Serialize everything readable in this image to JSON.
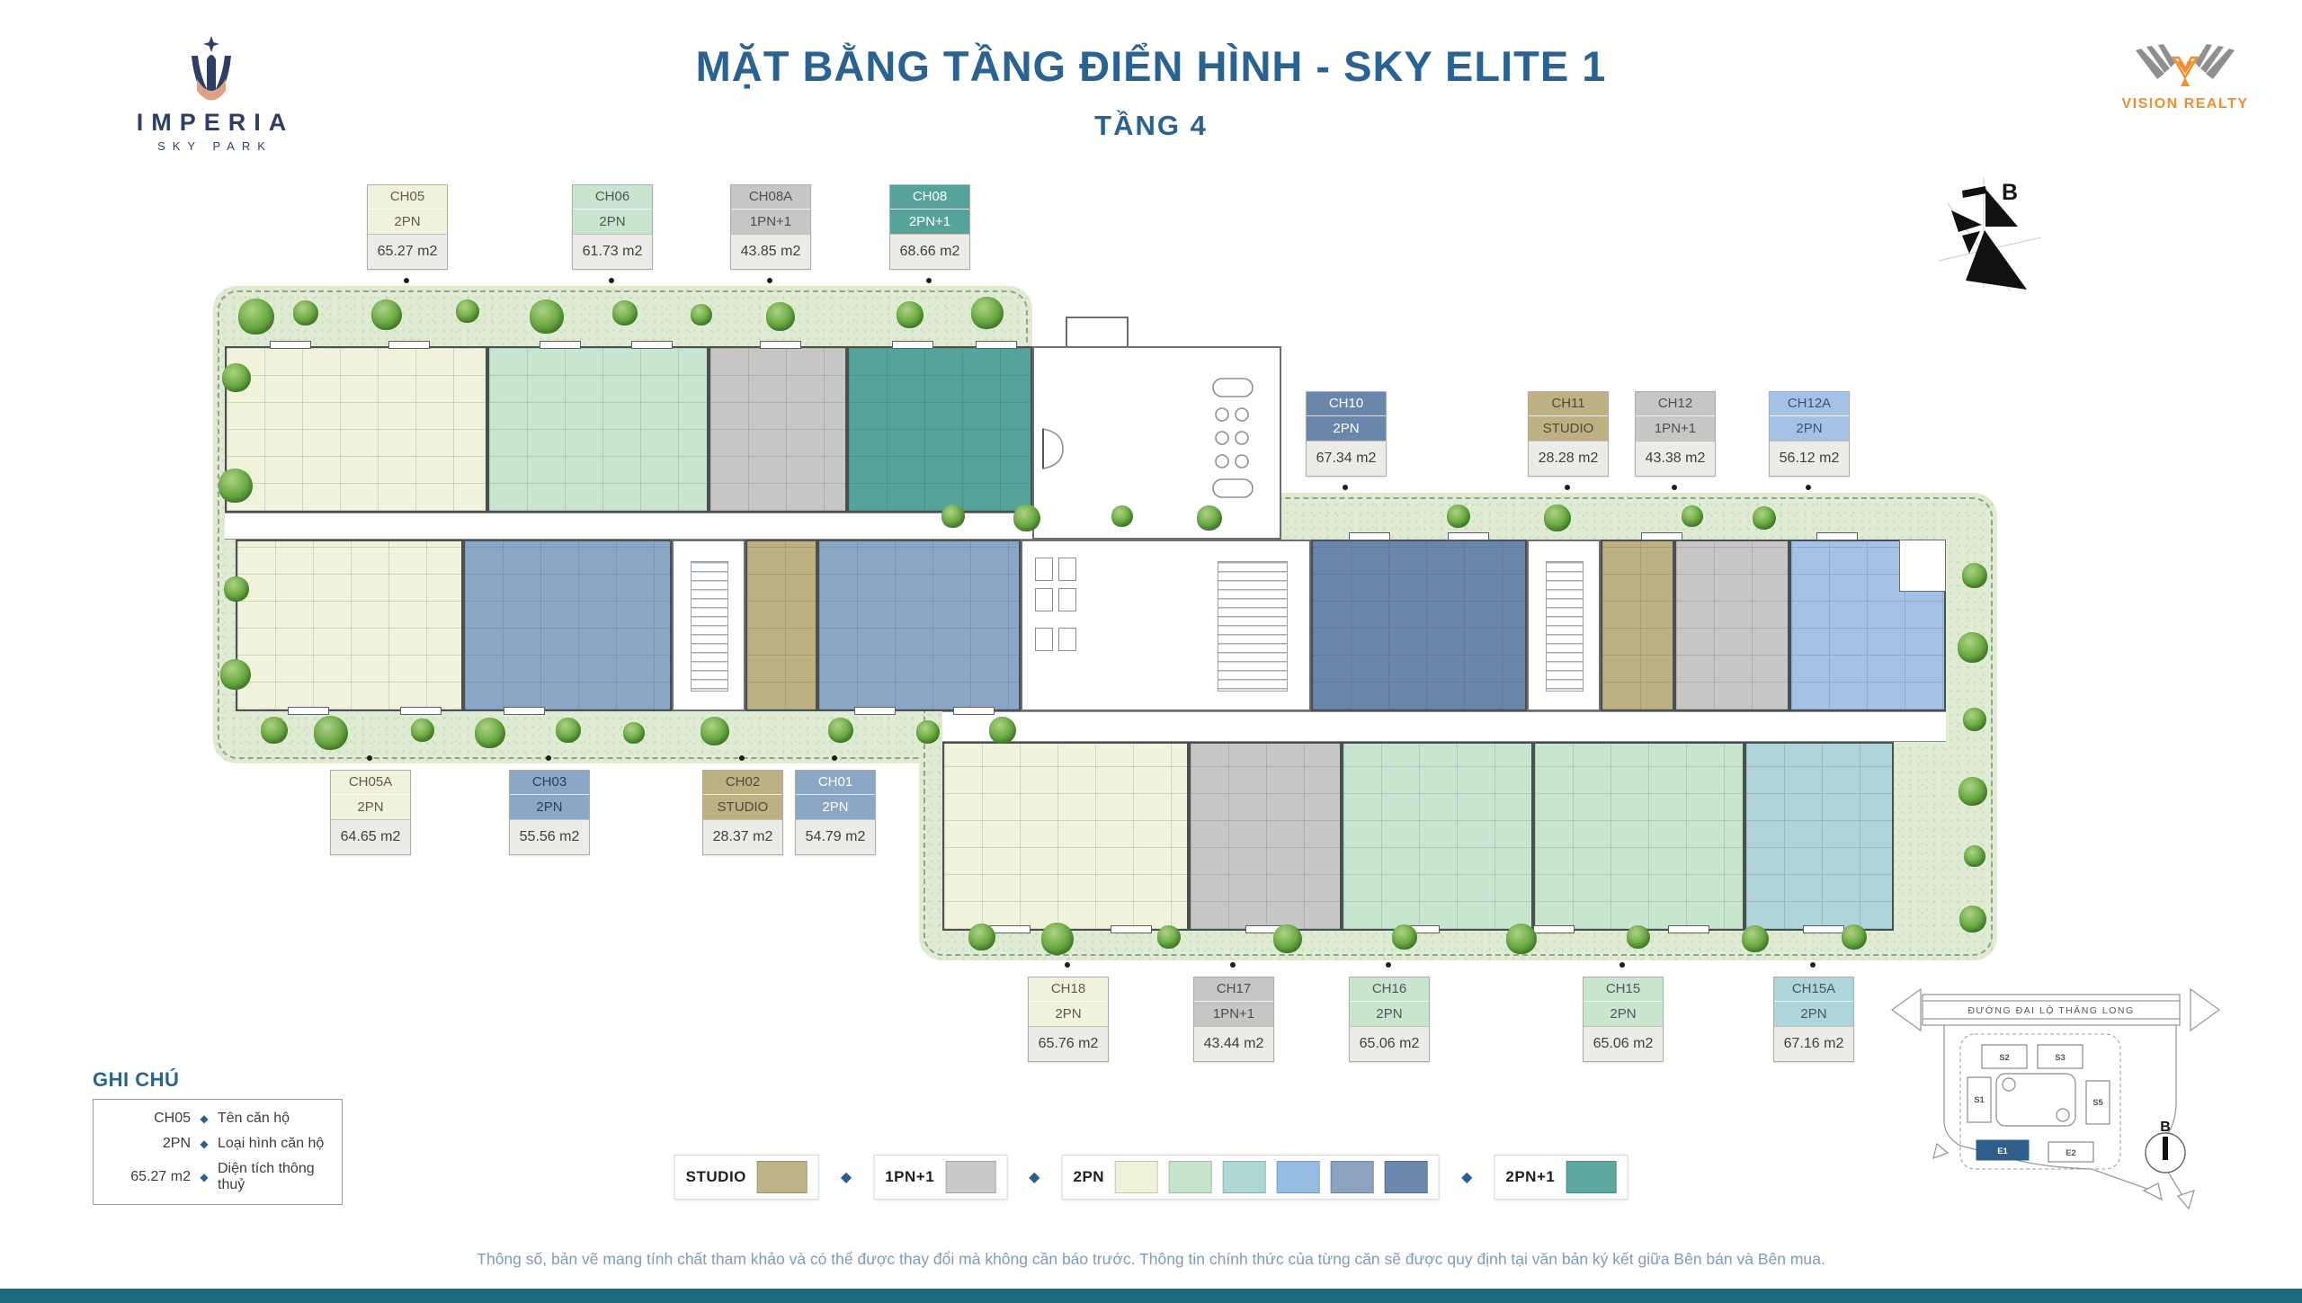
{
  "header": {
    "brand_name": "IMPERIA",
    "brand_sub": "SKY PARK",
    "title": "MẶT BẰNG TẦNG ĐIỂN HÌNH - SKY ELITE 1",
    "subtitle": "TẦNG 4",
    "partner_name": "VISION REALTY",
    "compass_label": "B"
  },
  "units": [
    {
      "id": "CH05",
      "type": "2PN",
      "area": "65.27 m2",
      "color": "#f1f2da",
      "text": "#5d5d48"
    },
    {
      "id": "CH06",
      "type": "2PN",
      "area": "61.73 m2",
      "color": "#c8e5cf",
      "text": "#4c5a50"
    },
    {
      "id": "CH08A",
      "type": "1PN+1",
      "area": "43.85 m2",
      "color": "#c6c6c4",
      "text": "#4e4e4c"
    },
    {
      "id": "CH08",
      "type": "2PN+1",
      "area": "68.66 m2",
      "color": "#56a39b",
      "text": "#ffffff"
    },
    {
      "id": "CH10",
      "type": "2PN",
      "area": "67.34 m2",
      "color": "#6a87ab",
      "text": "#ffffff"
    },
    {
      "id": "CH11",
      "type": "STUDIO",
      "area": "28.28 m2",
      "color": "#bdb184",
      "text": "#4f4a38"
    },
    {
      "id": "CH12",
      "type": "1PN+1",
      "area": "43.38 m2",
      "color": "#c6c6c4",
      "text": "#4e4e4c"
    },
    {
      "id": "CH12A",
      "type": "2PN",
      "area": "56.12 m2",
      "color": "#a3c2e6",
      "text": "#3c5470"
    },
    {
      "id": "CH05A",
      "type": "2PN",
      "area": "64.65 m2",
      "color": "#f1f2da",
      "text": "#5d5d48"
    },
    {
      "id": "CH03",
      "type": "2PN",
      "area": "55.56 m2",
      "color": "#8ca7c5",
      "text": "#2c3f58"
    },
    {
      "id": "CH02",
      "type": "STUDIO",
      "area": "28.37 m2",
      "color": "#bdb184",
      "text": "#4f4a38"
    },
    {
      "id": "CH01",
      "type": "2PN",
      "area": "54.79 m2",
      "color": "#8ca7c5",
      "text": "#ffffff"
    },
    {
      "id": "CH18",
      "type": "2PN",
      "area": "65.76 m2",
      "color": "#f1f2da",
      "text": "#5d5d48"
    },
    {
      "id": "CH17",
      "type": "1PN+1",
      "area": "43.44 m2",
      "color": "#c6c6c4",
      "text": "#4e4e4c"
    },
    {
      "id": "CH16",
      "type": "2PN",
      "area": "65.06 m2",
      "color": "#c8e5cf",
      "text": "#4c5a50"
    },
    {
      "id": "CH15",
      "type": "2PN",
      "area": "65.06 m2",
      "color": "#c8e5cf",
      "text": "#4c5a50"
    },
    {
      "id": "CH15A",
      "type": "2PN",
      "area": "67.16 m2",
      "color": "#aed6da",
      "text": "#3d5a60"
    }
  ],
  "notes_legend": {
    "title": "GHI CHÚ",
    "rows": [
      {
        "sample": "CH05",
        "label": "Tên căn hộ"
      },
      {
        "sample": "2PN",
        "label": "Loại hình căn hộ"
      },
      {
        "sample": "65.27 m2",
        "label": "Diện tích thông thuỷ"
      }
    ]
  },
  "type_legend": {
    "items": [
      {
        "label": "STUDIO",
        "colors": [
          "#beb488"
        ]
      },
      {
        "label": "1PN+1",
        "colors": [
          "#c9c9c7"
        ]
      },
      {
        "label": "2PN",
        "colors": [
          "#f0f2d8",
          "#c6e3cb",
          "#aed8d3",
          "#97bce4",
          "#8ba2c0",
          "#6d88ad"
        ]
      },
      {
        "label": "2PN+1",
        "colors": [
          "#5fa8a0"
        ]
      }
    ]
  },
  "minimap": {
    "road_label": "ĐƯỜNG ĐẠI LỘ THĂNG LONG",
    "buildings": [
      "S1",
      "S2",
      "S3",
      "S5",
      "E1",
      "E2"
    ],
    "highlight": "E1",
    "highlight_color": "#2e5f8a",
    "compass_label": "B"
  },
  "footer": {
    "disclaimer": "Thông số, bản vẽ mang tính chất tham khảo và có thể được thay đổi mà không cần báo trước. Thông tin chính thức của từng căn sẽ được quy định tại văn bản ký kết giữa Bên bán và Bên mua."
  }
}
